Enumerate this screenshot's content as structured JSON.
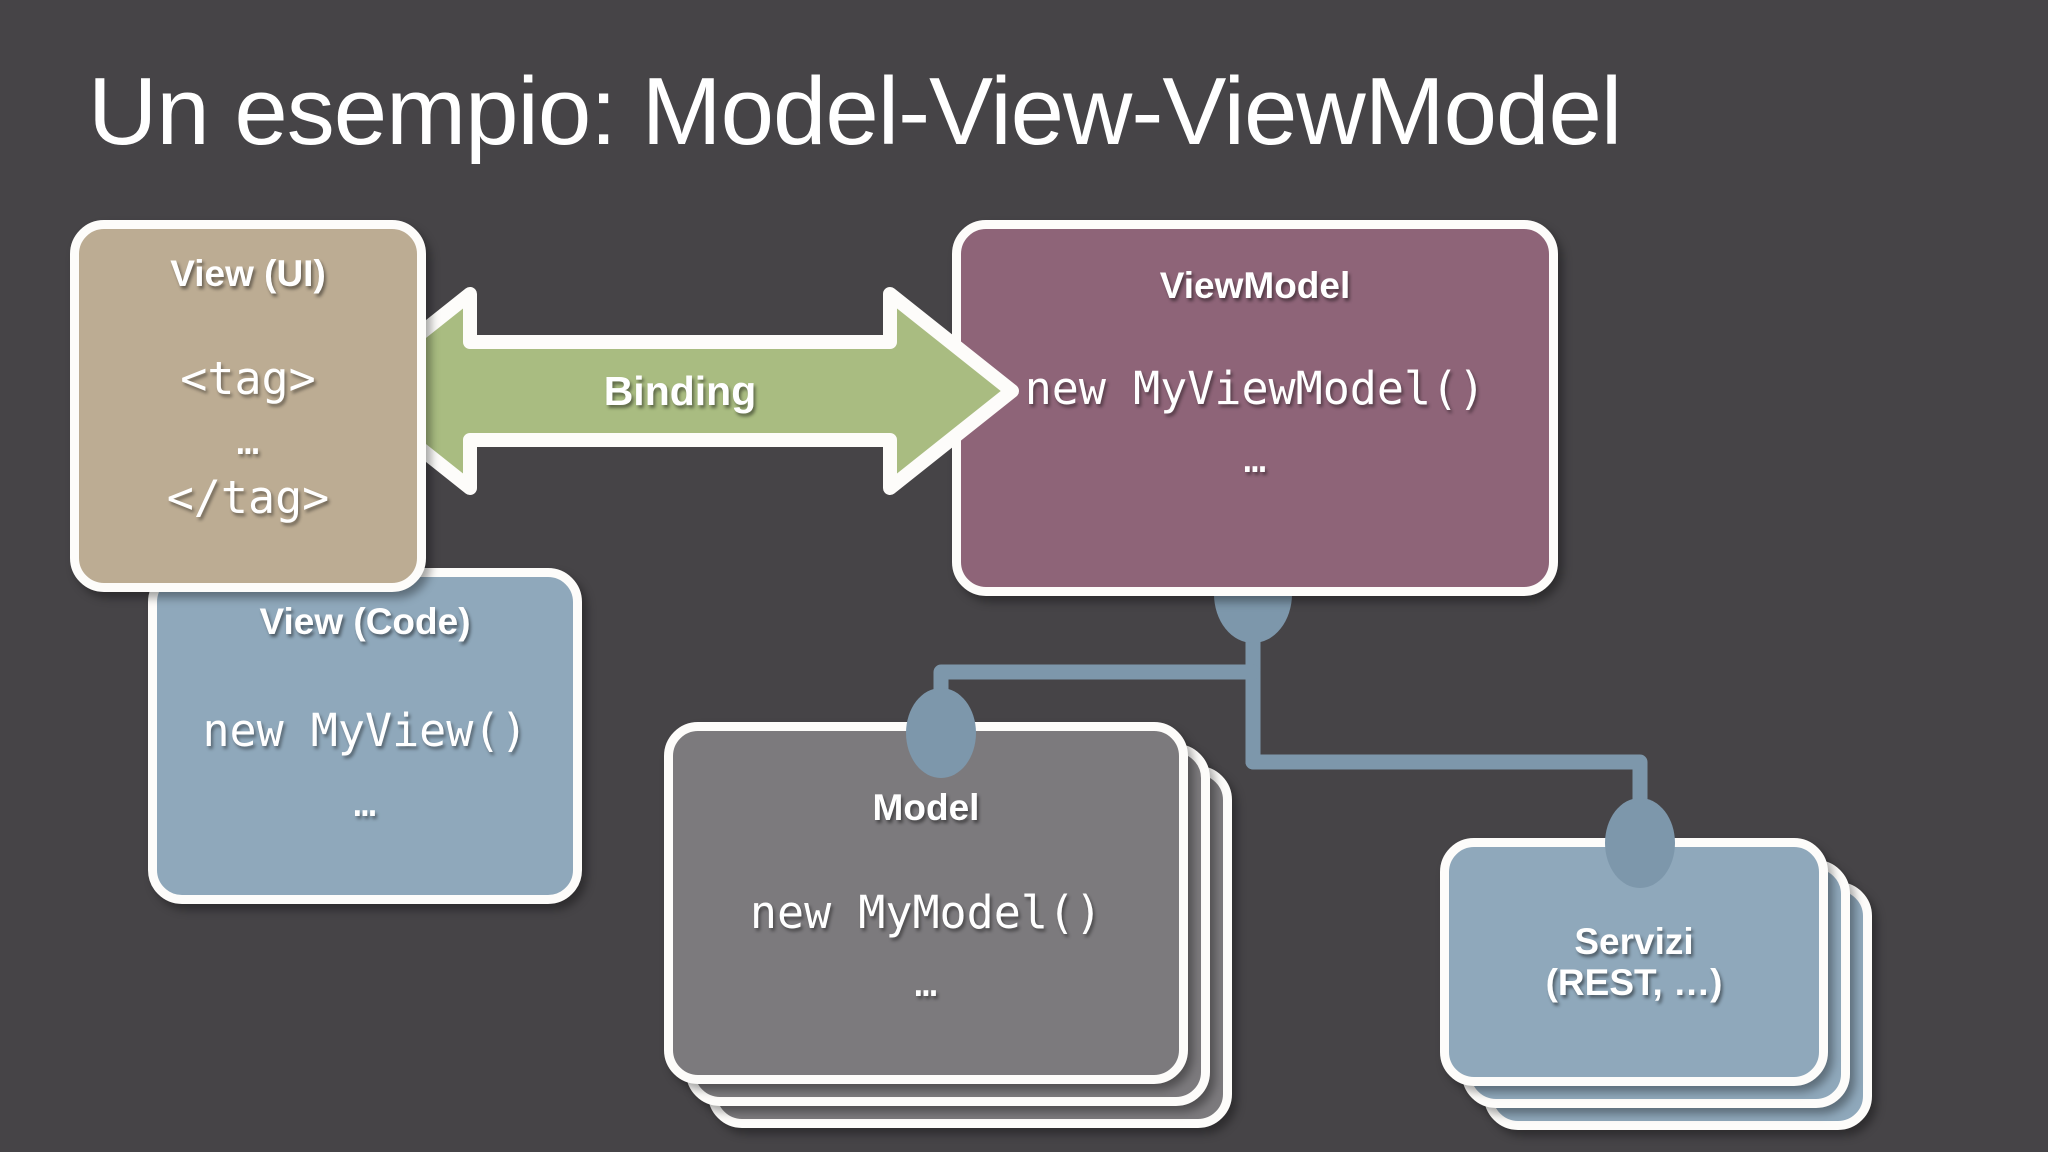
{
  "slide": {
    "title": "Un esempio: Model-View-ViewModel",
    "background_color": "#464447"
  },
  "colors": {
    "background": "#464447",
    "view_ui": "#bcac93",
    "view_code": "#8fa8bb",
    "viewmodel": "#8e6478",
    "model": "#7c7a7d",
    "servizi": "#8fa8bb",
    "binding_arrow": "#a9bc81",
    "connector": "#7d97ab",
    "card_border": "#fdfcfa",
    "text": "#ffffff"
  },
  "boxes": {
    "view_ui": {
      "title": "View (UI)",
      "tag_open": "<tag>",
      "ellipsis": "…",
      "tag_close": "</tag>"
    },
    "view_code": {
      "title": "View (Code)",
      "code": "new MyView()",
      "ellipsis": "…"
    },
    "viewmodel": {
      "title": "ViewModel",
      "code": "new MyViewModel()",
      "ellipsis": "…"
    },
    "model": {
      "title": "Model",
      "code": "new MyModel()",
      "ellipsis": "…"
    },
    "servizi": {
      "title_line1": "Servizi",
      "title_line2": "(REST, …)"
    }
  },
  "connectors": {
    "binding": {
      "label": "Binding",
      "direction": "bidirectional",
      "from": "View (UI)",
      "to": "ViewModel"
    },
    "links": [
      {
        "from": "ViewModel",
        "to": "Model"
      },
      {
        "from": "ViewModel",
        "to": "Servizi"
      }
    ]
  }
}
